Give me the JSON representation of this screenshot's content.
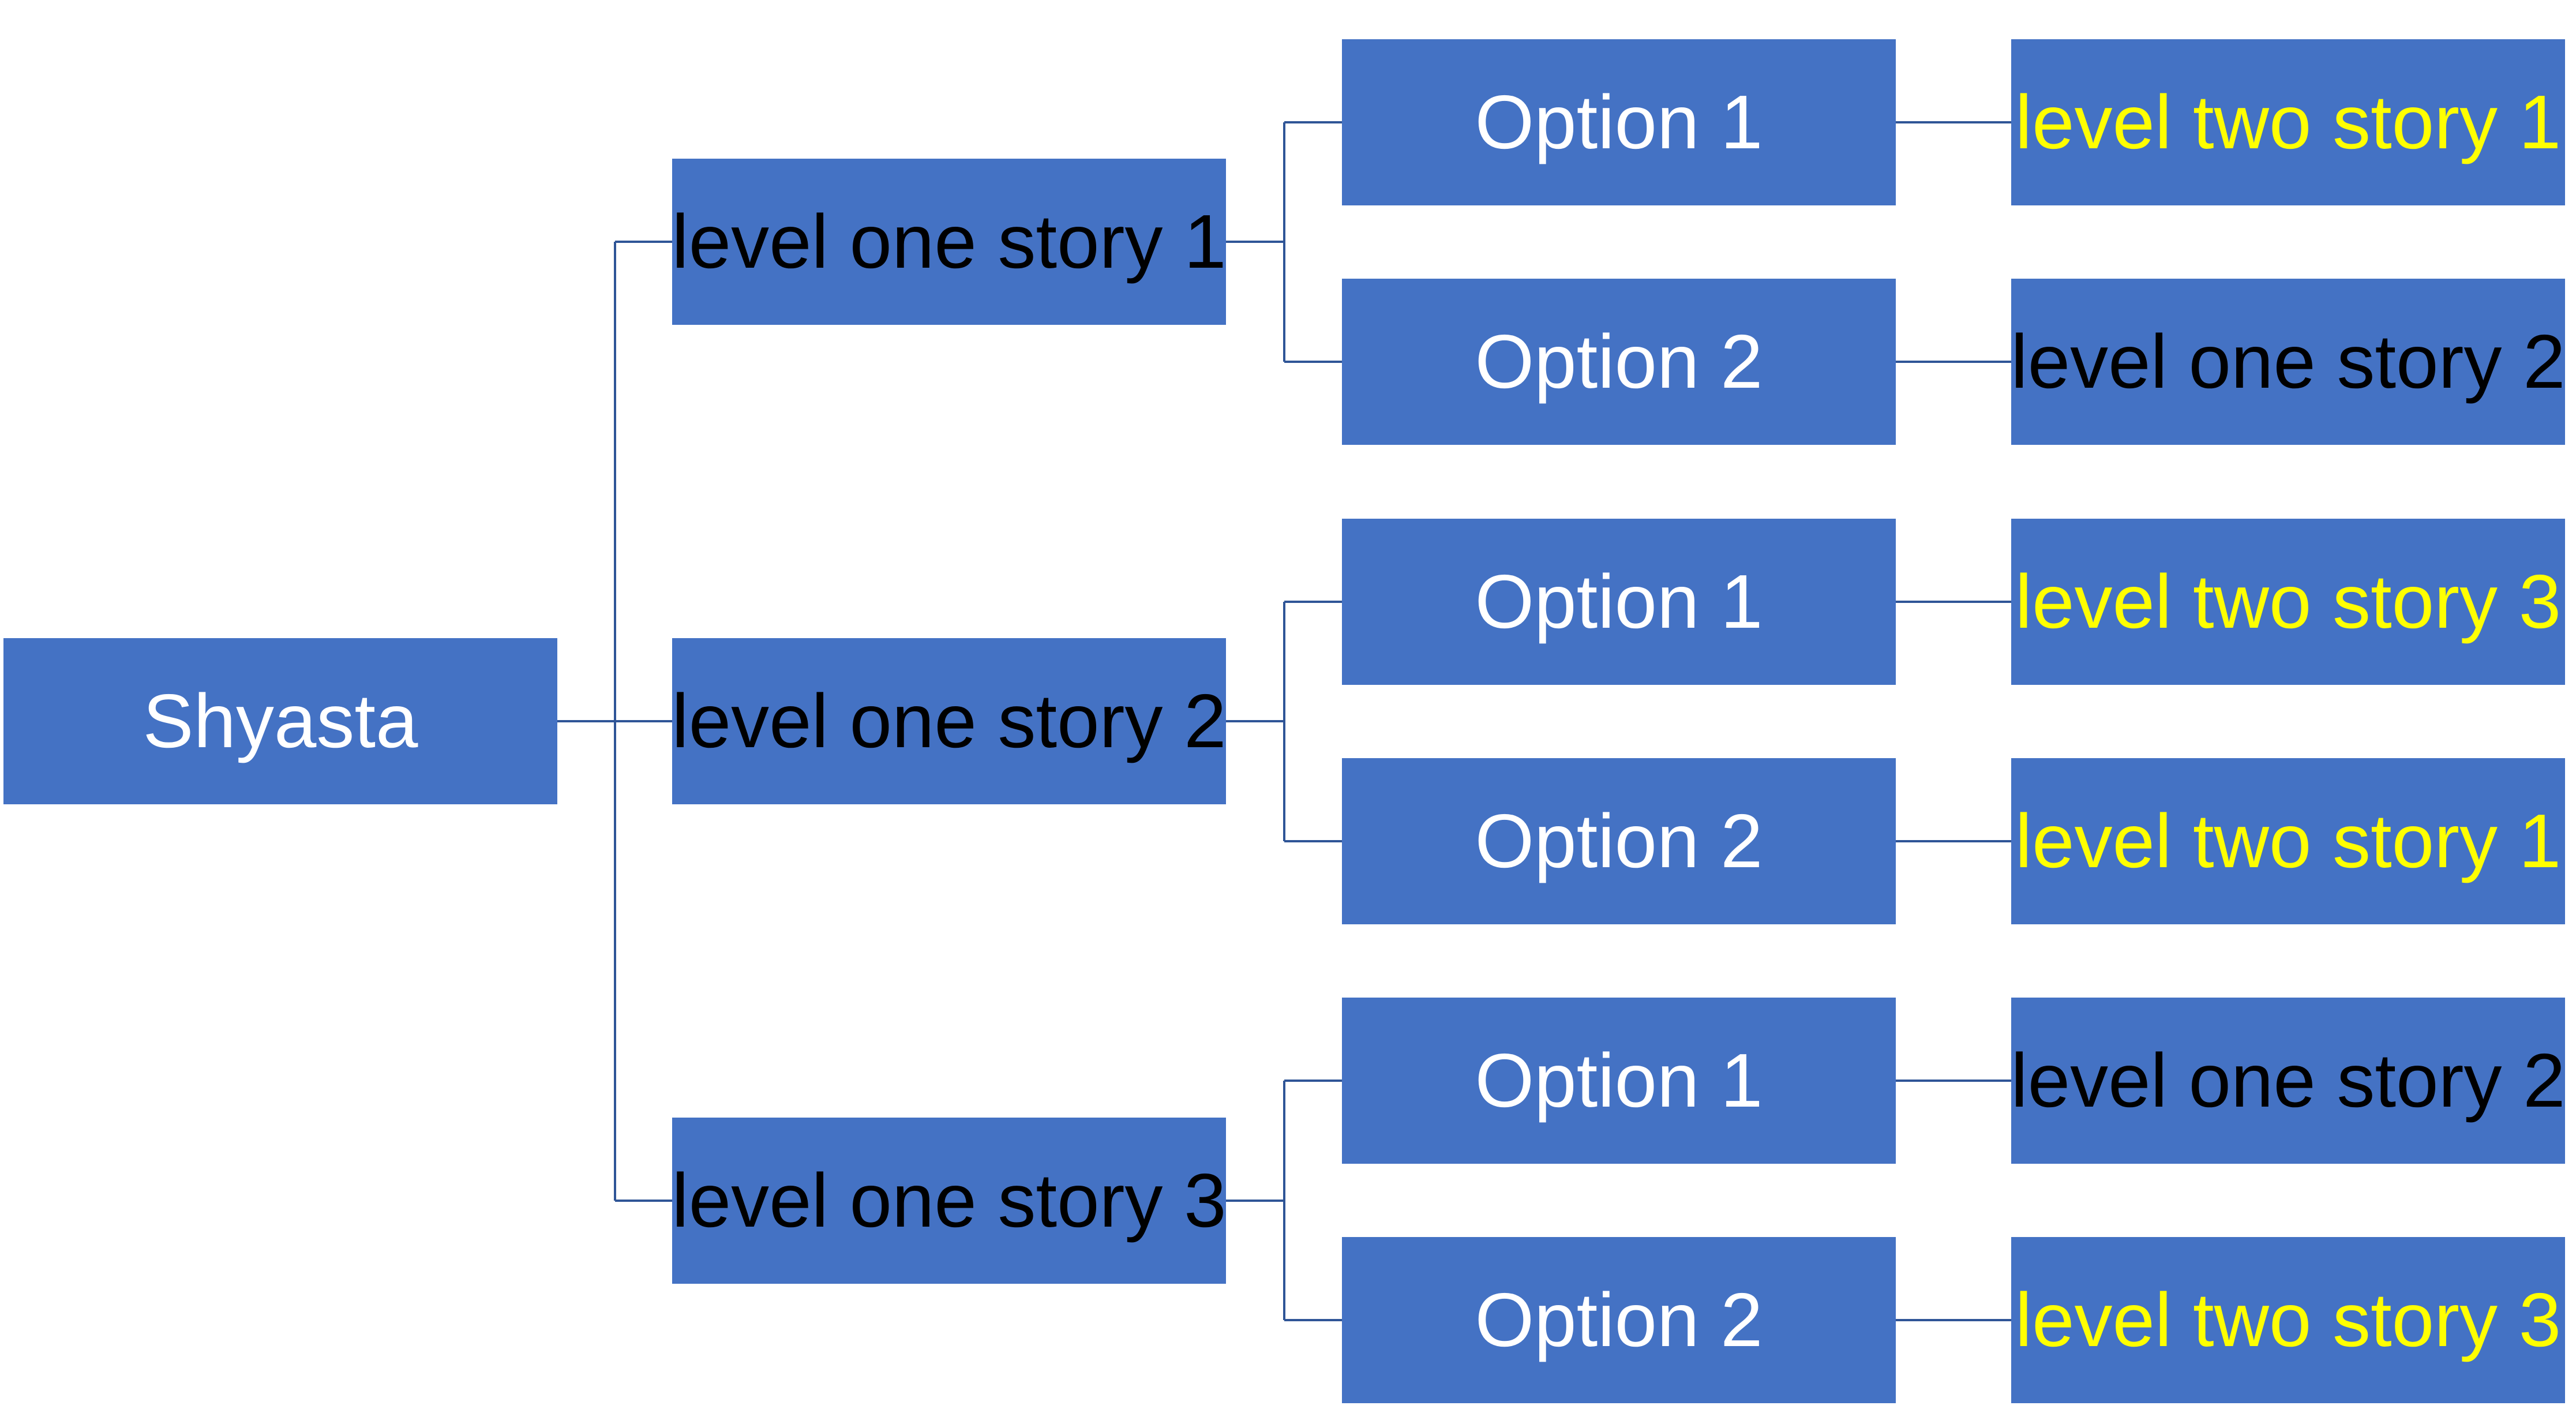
{
  "diagram": {
    "root": {
      "label": "Shyasta",
      "color": "#ffffff"
    },
    "level_one": [
      {
        "label": "level one story 1",
        "color": "#000000"
      },
      {
        "label": "level one story 2",
        "color": "#000000"
      },
      {
        "label": "level one story 3",
        "color": "#000000"
      }
    ],
    "options": [
      {
        "label": "Option 1"
      },
      {
        "label": "Option 2"
      },
      {
        "label": "Option 1"
      },
      {
        "label": "Option 2"
      },
      {
        "label": "Option 1"
      },
      {
        "label": "Option 2"
      }
    ],
    "outcomes": [
      {
        "label": "level two story 1",
        "color": "#ffff00"
      },
      {
        "label": "level one story 2",
        "color": "#000000"
      },
      {
        "label": "level two story 3",
        "color": "#ffff00"
      },
      {
        "label": "level two story 1",
        "color": "#ffff00"
      },
      {
        "label": "level one story 2",
        "color": "#000000"
      },
      {
        "label": "level two story 3",
        "color": "#ffff00"
      }
    ]
  },
  "colors": {
    "box_fill": "#4472c4",
    "connector": "#2f5597",
    "text_white": "#ffffff",
    "text_black": "#000000",
    "text_yellow": "#ffff00"
  }
}
